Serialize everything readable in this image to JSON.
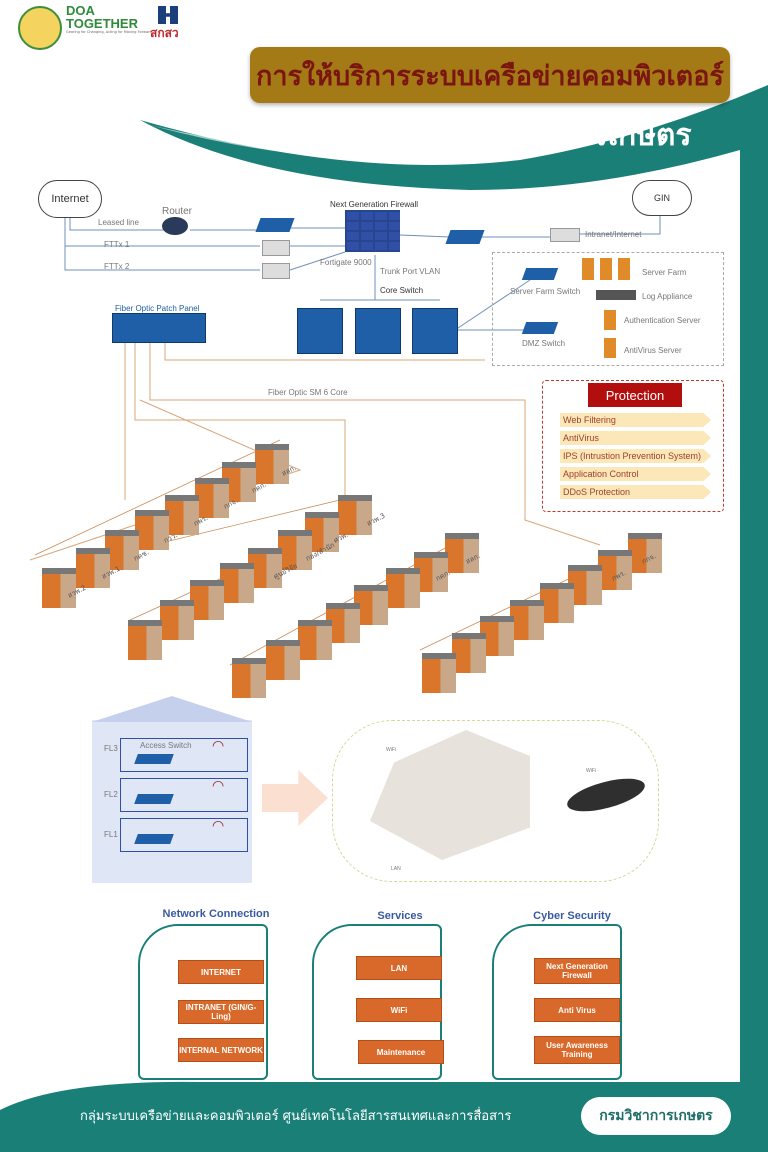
{
  "header": {
    "logo_text": "DOA TOGETHER",
    "logo_tagline": "Gearing for Changing, Acting for Moving Forward",
    "logo2_text": "สกสว",
    "title": "การให้บริการระบบเครือข่ายคอมพิวเตอร์",
    "subtitle": "กรมวิชาการเกษตร"
  },
  "network": {
    "internet": "Internet",
    "gin": "GIN",
    "leased_line": "Leased line",
    "router": "Router",
    "fttx1": "FTTx 1",
    "fttx2": "FTTx 2",
    "ngfw": "Next Generation Firewall",
    "fortigate": "Fortigate 9000",
    "trunk": "Trunk Port VLAN",
    "intranet": "Intranet/Internet",
    "core_switch": "Core Switch",
    "patch_panel": "Fiber Optic Patch Panel",
    "fiber": "Fiber Optic SM 6 Core",
    "server_farm_switch": "Server Farm Switch",
    "server_farm": "Server Farm",
    "log_appliance": "Log Appliance",
    "auth_server": "Authentication Server",
    "dmz_switch": "DMZ Switch",
    "antivirus_server": "AntiVirus Server"
  },
  "protection": {
    "title": "Protection",
    "items": [
      "Web Filtering",
      "AntiVirus",
      "IPS (Intrustion Prevention System)",
      "Application Control",
      "DDoS Protection"
    ]
  },
  "buildings": {
    "labels": [
      "สลก.",
      "กคก.",
      "กกจ.",
      "กพร.",
      "กวว.",
      "กคช.",
      "สวพ.1",
      "สวพ.2",
      "สวพ.3",
      "ศวพ.",
      "กอง/สำนัก",
      "ศูนย์วิจัย"
    ]
  },
  "floors": {
    "access_switch": "Access Switch",
    "fl3": "FL3",
    "fl2": "FL2",
    "fl1": "FL1",
    "wifi": "WiFi",
    "lan": "LAN"
  },
  "categories": [
    {
      "title": "Network Connection",
      "items": [
        "INTERNET",
        "INTRANET (GIN/G-Ling)",
        "INTERNAL NETWORK"
      ]
    },
    {
      "title": "Services",
      "items": [
        "LAN",
        "WiFi",
        "Maintenance"
      ]
    },
    {
      "title": "Cyber Security",
      "items": [
        "Next Generation Firewall",
        "Anti Virus",
        "User Awareness Training"
      ]
    }
  ],
  "footer": {
    "text": "กลุ่มระบบเครือข่ายและคอมพิวเตอร์  ศูนย์เทคโนโลยีสารสนเทศและการสื่อสาร",
    "pill": "กรมวิชาการเกษตร"
  },
  "colors": {
    "teal": "#1a7f77",
    "gold": "#a37a16",
    "switch_blue": "#1e5fa8",
    "orange": "#d8692a",
    "protection_red": "#b30e0e"
  }
}
